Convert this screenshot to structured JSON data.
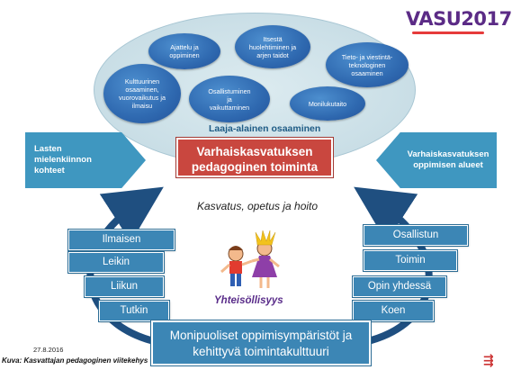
{
  "logo": {
    "text": "VASU2017",
    "color": "#5b2b86",
    "accent": "#e63b3b"
  },
  "competence_bubbles": [
    {
      "text": "Ajattelu ja oppiminen"
    },
    {
      "text": "Itsestä huolehtiminen ja arjen taidot"
    },
    {
      "text": "Tieto- ja viestintä-teknologinen osaaminen"
    },
    {
      "text": "Kulttuurinen osaaminen, vuorovaikutus ja ilmaisu"
    },
    {
      "text": "Osallistuminen ja vaikuttaminen"
    },
    {
      "text": "Monilukutaito"
    }
  ],
  "laaja_label": "Laaja-alainen osaaminen",
  "center_box": {
    "line1": "Varhaiskasvatuksen",
    "line2": "pedagoginen toiminta"
  },
  "left_arrow": {
    "line1": "Lasten mielenkiinnon",
    "line2": "kohteet"
  },
  "right_arrow": {
    "line1": "Varhaiskasvatuksen",
    "line2": "oppimisen alueet"
  },
  "kasvatus_text": "Kasvatus, opetus ja hoito",
  "left_activities": [
    "Ilmaisen",
    "Leikin",
    "Liikun",
    "Tutkin"
  ],
  "right_activities": [
    "Osallistun",
    "Toimin",
    "Opin yhdessä",
    "Koen"
  ],
  "yhteis_text": "Yhteisöllisyys",
  "bottom_box": {
    "line1": "Monipuoliset oppimisympäristöt ja",
    "line2": "kehittyvä toimintakulttuuri"
  },
  "date": "27.8.2016",
  "caption": "Kuva: Kasvattajan pedagoginen viitekehys",
  "colors": {
    "bubble": "#2f69b0",
    "ellipse": "#c9dee6",
    "red": "#c9473f",
    "box_blue": "#3c86b5",
    "arrow_blue": "#3f97c0",
    "arc": "#1f4f80"
  },
  "icons": {
    "children": "children-drawing-icon",
    "ymark": "red-mark-icon"
  }
}
